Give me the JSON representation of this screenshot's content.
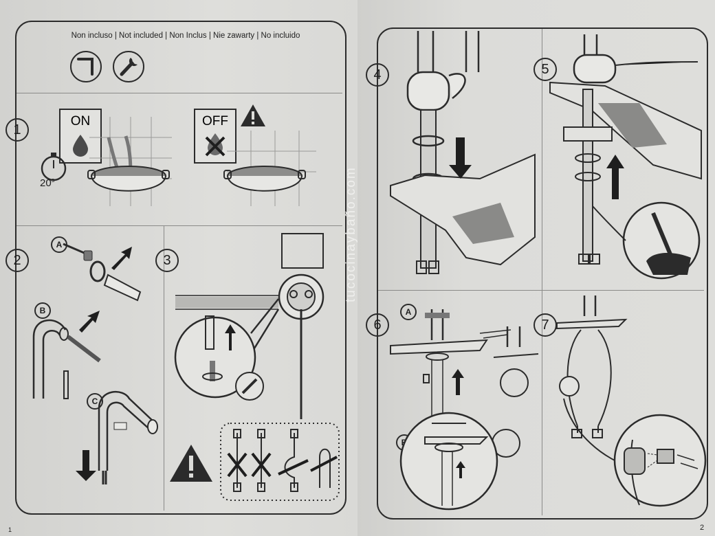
{
  "header": {
    "not_included": "Non incluso | Not included | Non Inclus | Nie zawarty | No incluido"
  },
  "steps": {
    "s1": "1",
    "s2": "2",
    "s3": "3",
    "s4": "4",
    "s5": "5",
    "s6": "6",
    "s7": "7"
  },
  "labels": {
    "on": "ON",
    "off": "OFF",
    "time": "20",
    "time_unit": "s",
    "a": "A",
    "b": "B",
    "c": "C",
    "a6": "A",
    "b6": "B"
  },
  "watermark": "tucocinaybaño.com",
  "page_numbers": {
    "left": "1",
    "right": "2"
  },
  "icons": [
    "allen-key-icon",
    "wrench-icon",
    "water-drop-icon",
    "stopwatch-icon",
    "warning-icon"
  ]
}
